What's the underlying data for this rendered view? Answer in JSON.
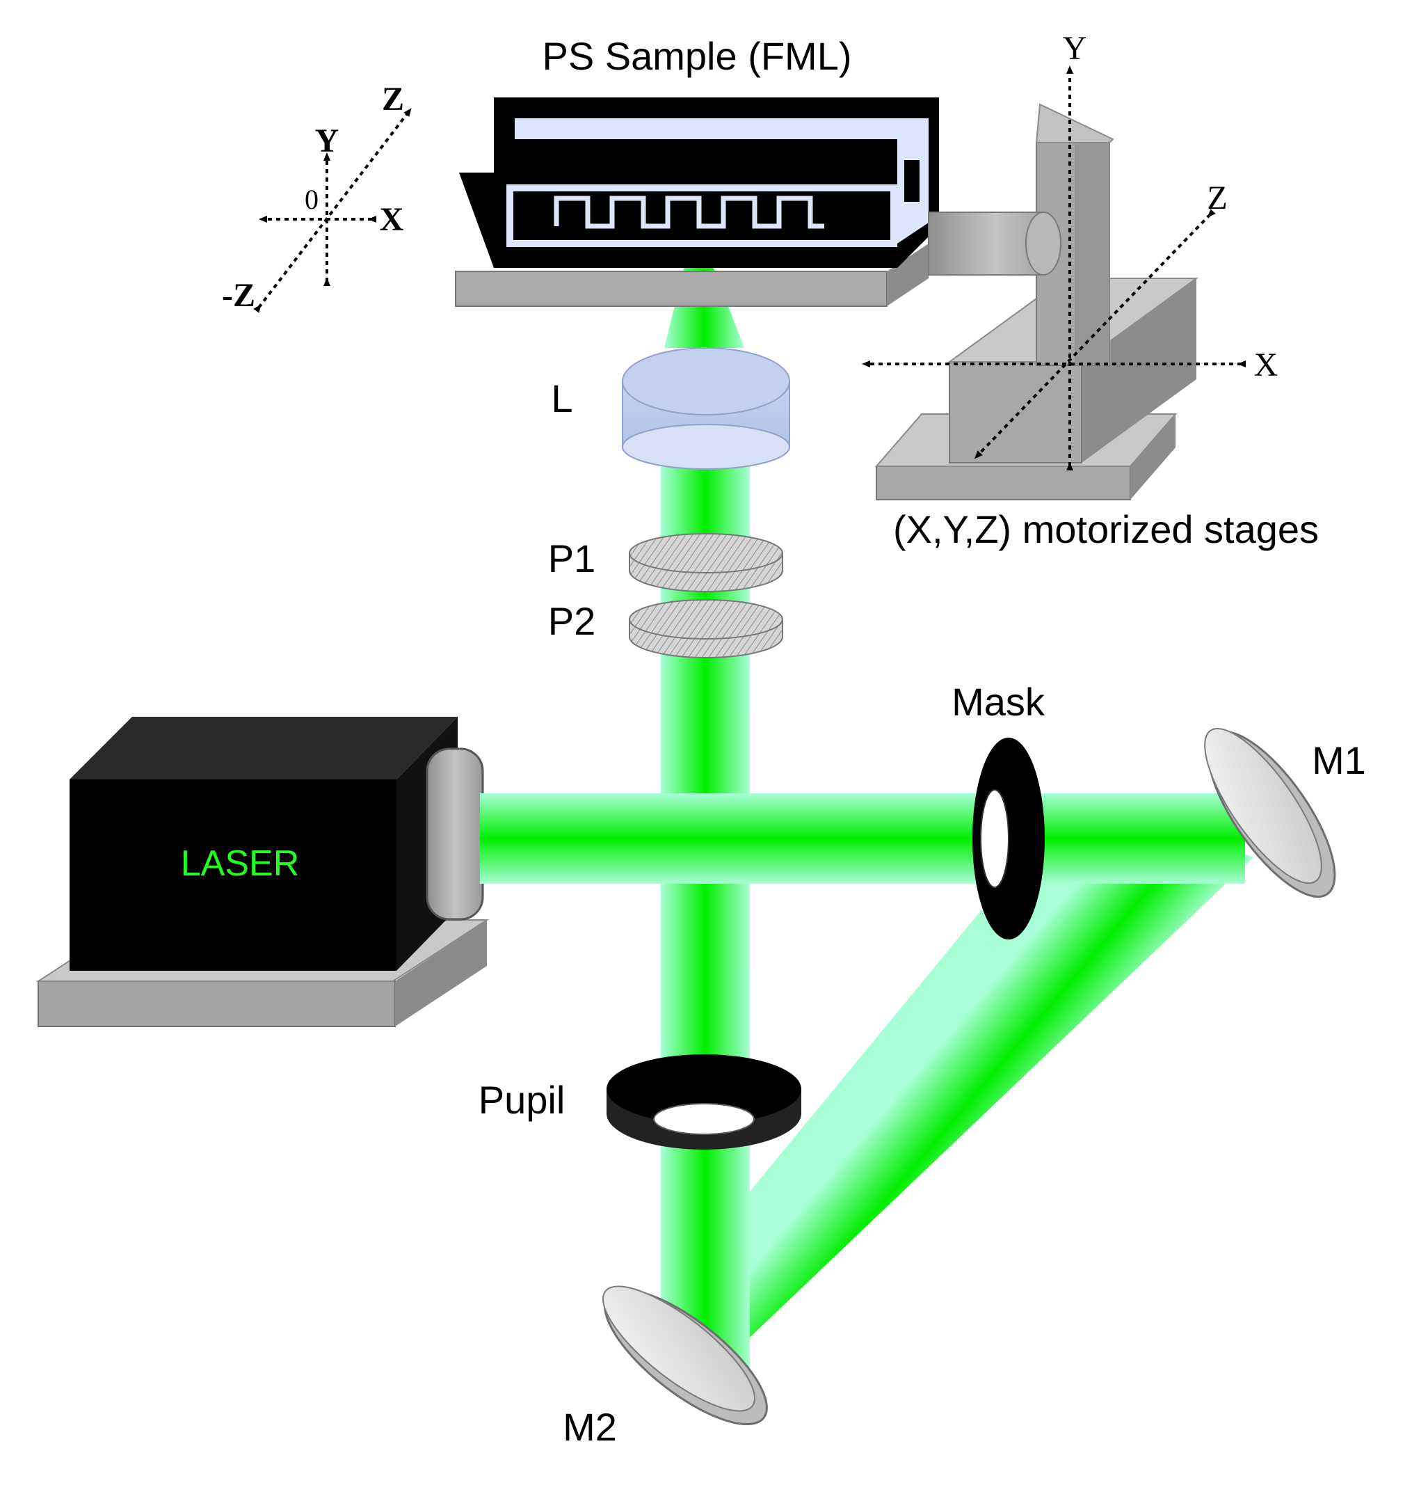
{
  "labels": {
    "sample": "PS Sample (FML)",
    "lens": "L",
    "polarizer_1": "P1",
    "polarizer_2": "P2",
    "stages": "(X,Y,Z) motorized stages",
    "mask": "Mask",
    "mirror_1": "M1",
    "mirror_2": "M2",
    "pupil": "Pupil",
    "laser": "LASER"
  },
  "axes_left": {
    "y": "Y",
    "z": "Z",
    "origin": "0",
    "x": "X",
    "neg_z": "-Z"
  },
  "axes_stage": {
    "y": "Y",
    "z": "Z",
    "x": "X"
  },
  "colors": {
    "beam_core": "#00ee00",
    "beam_edge": "#a8ffd6",
    "laser_text": "#22ff22",
    "lens": "#b4c6e6",
    "stage_gray": "#a6a6a6",
    "body_black": "#000000",
    "sample_panel": "#dde6fb"
  }
}
